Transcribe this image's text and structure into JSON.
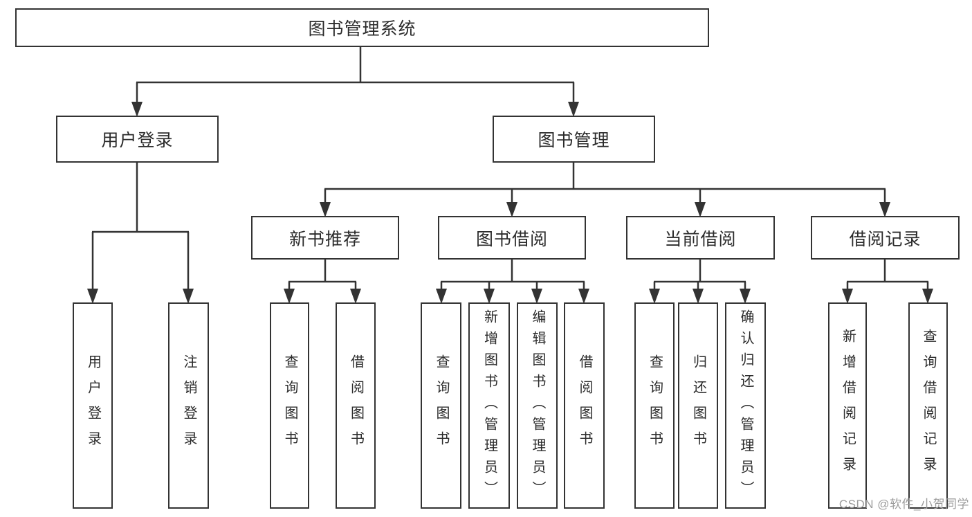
{
  "colors": {
    "line": "#333333",
    "box_border": "#333333",
    "text": "#2b2b2b",
    "background": "#ffffff",
    "watermark": "#9c9c9c"
  },
  "watermark": {
    "text": "CSDN @软件_小贺同学"
  },
  "tree": {
    "label": "图书管理系统",
    "children": [
      {
        "label": "用户登录",
        "children": [
          {
            "label": "用户登录"
          },
          {
            "label": "注销登录"
          }
        ]
      },
      {
        "label": "图书管理",
        "children": [
          {
            "label": "新书推荐",
            "children": [
              {
                "label": "查询图书"
              },
              {
                "label": "借阅图书"
              }
            ]
          },
          {
            "label": "图书借阅",
            "children": [
              {
                "label": "查询图书"
              },
              {
                "label": "新增图书（管理员）"
              },
              {
                "label": "编辑图书（管理员）"
              },
              {
                "label": "借阅图书"
              }
            ]
          },
          {
            "label": "当前借阅",
            "children": [
              {
                "label": "查询图书"
              },
              {
                "label": "归还图书"
              },
              {
                "label": "确认归还（管理员）"
              }
            ]
          },
          {
            "label": "借阅记录",
            "children": [
              {
                "label": "新增借阅记录"
              },
              {
                "label": "查询借阅记录"
              }
            ]
          }
        ]
      }
    ]
  }
}
